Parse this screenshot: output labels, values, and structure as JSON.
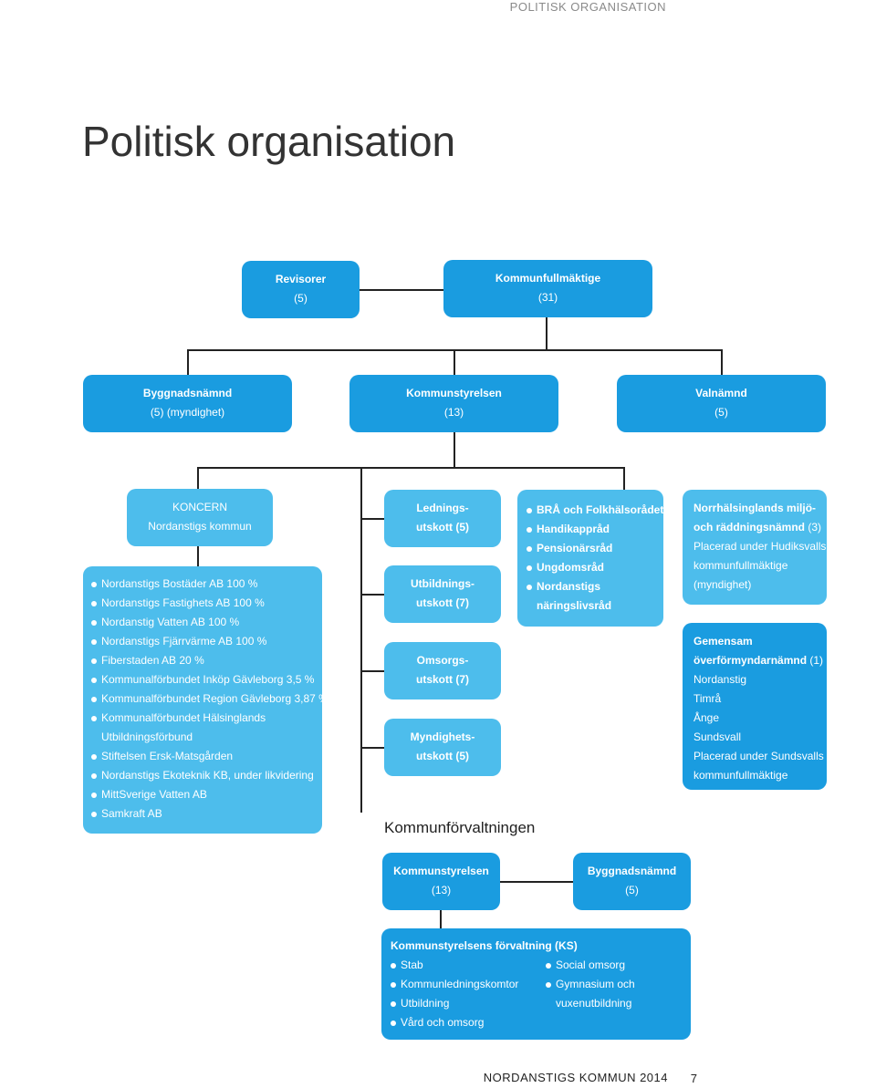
{
  "header": "POLITISK ORGANISATION",
  "title": "Politisk organisation",
  "top": {
    "revisorer": {
      "name": "Revisorer",
      "count": "(5)"
    },
    "fullmaktige": {
      "name": "Kommunfullmäktige",
      "count": "(31)"
    }
  },
  "second": {
    "bygg": {
      "name": "Byggnadsnämnd",
      "count": "(5) (myndighet)"
    },
    "ks": {
      "name": "Kommunstyrelsen",
      "count": "(13)"
    },
    "val": {
      "name": "Valnämnd",
      "count": "(5)"
    }
  },
  "koncern": {
    "line1": "KONCERN",
    "line2": "Nordanstigs kommun"
  },
  "companies": [
    "Nordanstigs Bostäder AB 100 %",
    "Nordanstigs Fastighets AB 100 %",
    "Nordanstig Vatten AB 100 %",
    "Nordanstigs Fjärrvärme AB 100 %",
    "Fiberstaden AB 20 %",
    "Kommunalförbundet Inköp Gävleborg 3,5 %",
    "Kommunalförbundet Region Gävleborg 3,87 %",
    "Kommunalförbundet Hälsinglands",
    "Utbildningsförbund",
    "Stiftelsen Ersk-Matsgården",
    "Nordanstigs Ekoteknik KB, under likvidering",
    "MittSverige Vatten AB",
    "Samkraft AB"
  ],
  "committees": {
    "ledning": {
      "l1": "Lednings-",
      "l2": "utskott (5)"
    },
    "utbildning": {
      "l1": "Utbildnings-",
      "l2": "utskott (7)"
    },
    "omsorg": {
      "l1": "Omsorgs-",
      "l2": "utskott (7)"
    },
    "myndighet": {
      "l1": "Myndighets-",
      "l2": "utskott (5)"
    }
  },
  "councils": [
    "BRÅ och Folkhälsorådet",
    "Handikappråd",
    "Pensionärsråd",
    "Ungdomsråd",
    "Nordanstigs",
    "näringslivsråd"
  ],
  "norrhalsingland": {
    "l1": "Norrhälsinglands miljö-",
    "l2": "och räddningsnämnd",
    "l2count": "(3)",
    "l3": "Placerad under Hudiksvalls",
    "l4": "kommunfullmäktige",
    "l5": "(myndighet)"
  },
  "overformyndare": {
    "l1": "Gemensam",
    "l2": "överförmyndarnämnd",
    "l2count": "(1)",
    "members": [
      "Nordanstig",
      "Timrå",
      "Ånge",
      "Sundsvall"
    ],
    "l7": "Placerad under Sundsvalls",
    "l8": "kommunfullmäktige"
  },
  "kommunforvaltningen": "Kommunförvaltningen",
  "bottom": {
    "ks": {
      "name": "Kommunstyrelsen",
      "count": "(13)"
    },
    "bygg": {
      "name": "Byggnadsnämnd",
      "count": "(5)"
    }
  },
  "ksforvaltning": {
    "title": "Kommunstyrelsens förvaltning (KS)",
    "left": [
      "Stab",
      "Kommunledningskomtor",
      "Utbildning",
      "Vård och omsorg"
    ],
    "right": [
      "Social omsorg",
      "Gymnasium och",
      "vuxenutbildning"
    ]
  },
  "footer": {
    "text": "NORDANSTIGS KOMMUN 2014",
    "page": "7"
  }
}
